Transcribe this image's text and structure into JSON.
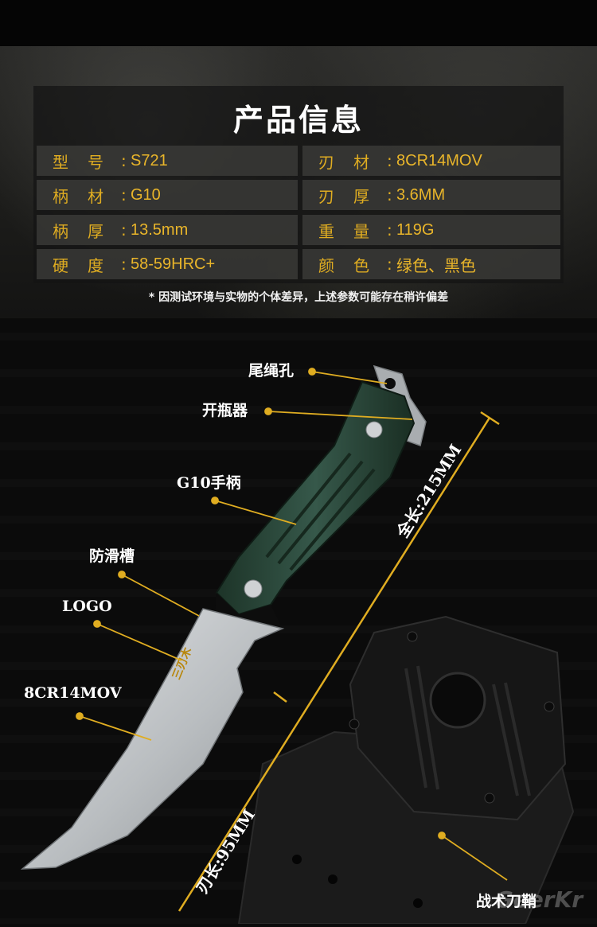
{
  "spec": {
    "title": "产品信息",
    "rows": [
      {
        "left_label": "型　号",
        "left_value": "S721",
        "right_label": "刃　材",
        "right_value": "8CR14MOV"
      },
      {
        "left_label": "柄　材",
        "left_value": "G10",
        "right_label": "刃　厚",
        "right_value": "3.6MM"
      },
      {
        "left_label": "柄　厚",
        "left_value": "13.5mm",
        "right_label": "重　量",
        "right_value": "119G"
      },
      {
        "left_label": "硬　度",
        "left_value": "58-59HRC+",
        "right_label": "颜　色",
        "right_value": "绿色、黑色"
      }
    ],
    "separator": ":",
    "disclaimer": "* 因测试环境与实物的个体差异，上述参数可能存在稍许偏差"
  },
  "callouts": {
    "lanyard_hole": "尾绳孔",
    "bottle_opener": "开瓶器",
    "g10_handle": "G10手柄",
    "anti_slip": "防滑槽",
    "logo": "LOGO",
    "steel": "8CR14MOV",
    "sheath": "战术刀鞘"
  },
  "dimensions": {
    "overall_length": "全长:215MM",
    "blade_length": "刃长:95MM"
  },
  "blade_mark": "三刃木",
  "watermark": "GeerKr",
  "colors": {
    "accent_gold": "#e0ad21",
    "handle_green": "#2d4a3a",
    "blade_steel": "#c9ccce"
  }
}
